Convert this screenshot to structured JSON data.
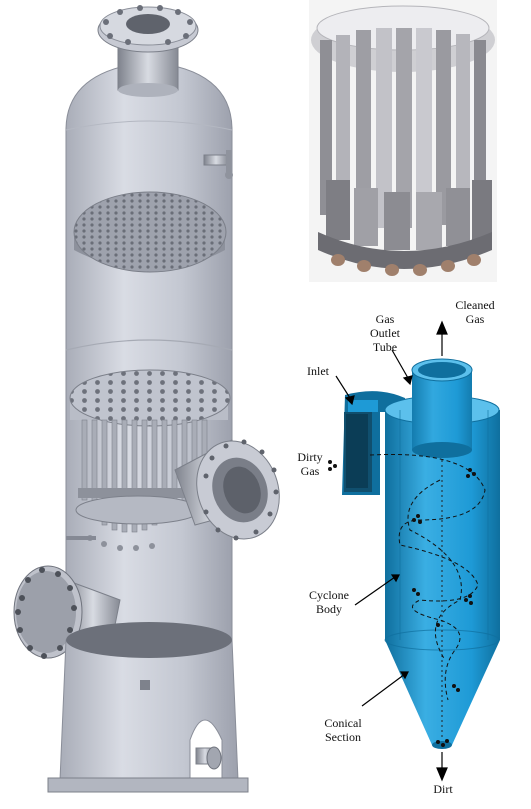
{
  "colors": {
    "vessel_fill": "#c9ccd6",
    "vessel_stroke": "#8a8e99",
    "cyclone_fill": "#1e9ad6",
    "cyclone_dark": "#0f6f9e",
    "cyclone_light": "#5cc0ec",
    "photo_bg": "#f4f4f4",
    "photo_tube": "#9a9aa0",
    "arrow": "#000000"
  },
  "labels": {
    "gas_outlet_tube": "Gas\nOutlet\nTube",
    "cleaned_gas": "Cleaned\nGas",
    "inlet": "Inlet",
    "dirty_gas": "Dirty\nGas",
    "cyclone_body": "Cyclone\nBody",
    "conical_section": "Conical\nSection",
    "dirt": "Dirt"
  }
}
